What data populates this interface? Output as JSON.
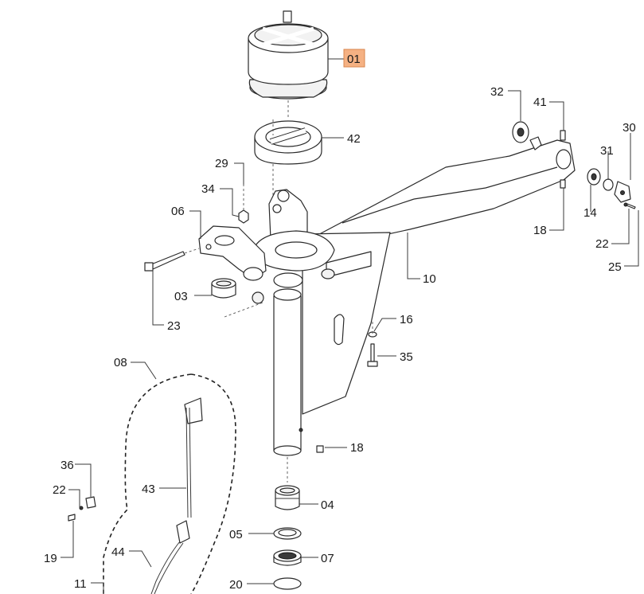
{
  "highlight_color": "#f5b183",
  "line_color": "#2a2a2a",
  "callouts": [
    {
      "id": "01",
      "highlighted": true
    },
    {
      "id": "42"
    },
    {
      "id": "29"
    },
    {
      "id": "34"
    },
    {
      "id": "06"
    },
    {
      "id": "03"
    },
    {
      "id": "23"
    },
    {
      "id": "32"
    },
    {
      "id": "41"
    },
    {
      "id": "30"
    },
    {
      "id": "31"
    },
    {
      "id": "14"
    },
    {
      "id": "18"
    },
    {
      "id": "22"
    },
    {
      "id": "25"
    },
    {
      "id": "10"
    },
    {
      "id": "16"
    },
    {
      "id": "35"
    },
    {
      "id": "08"
    },
    {
      "id": "18"
    },
    {
      "id": "36"
    },
    {
      "id": "22"
    },
    {
      "id": "19"
    },
    {
      "id": "43"
    },
    {
      "id": "44"
    },
    {
      "id": "11"
    },
    {
      "id": "04"
    },
    {
      "id": "05"
    },
    {
      "id": "07"
    },
    {
      "id": "20"
    }
  ]
}
